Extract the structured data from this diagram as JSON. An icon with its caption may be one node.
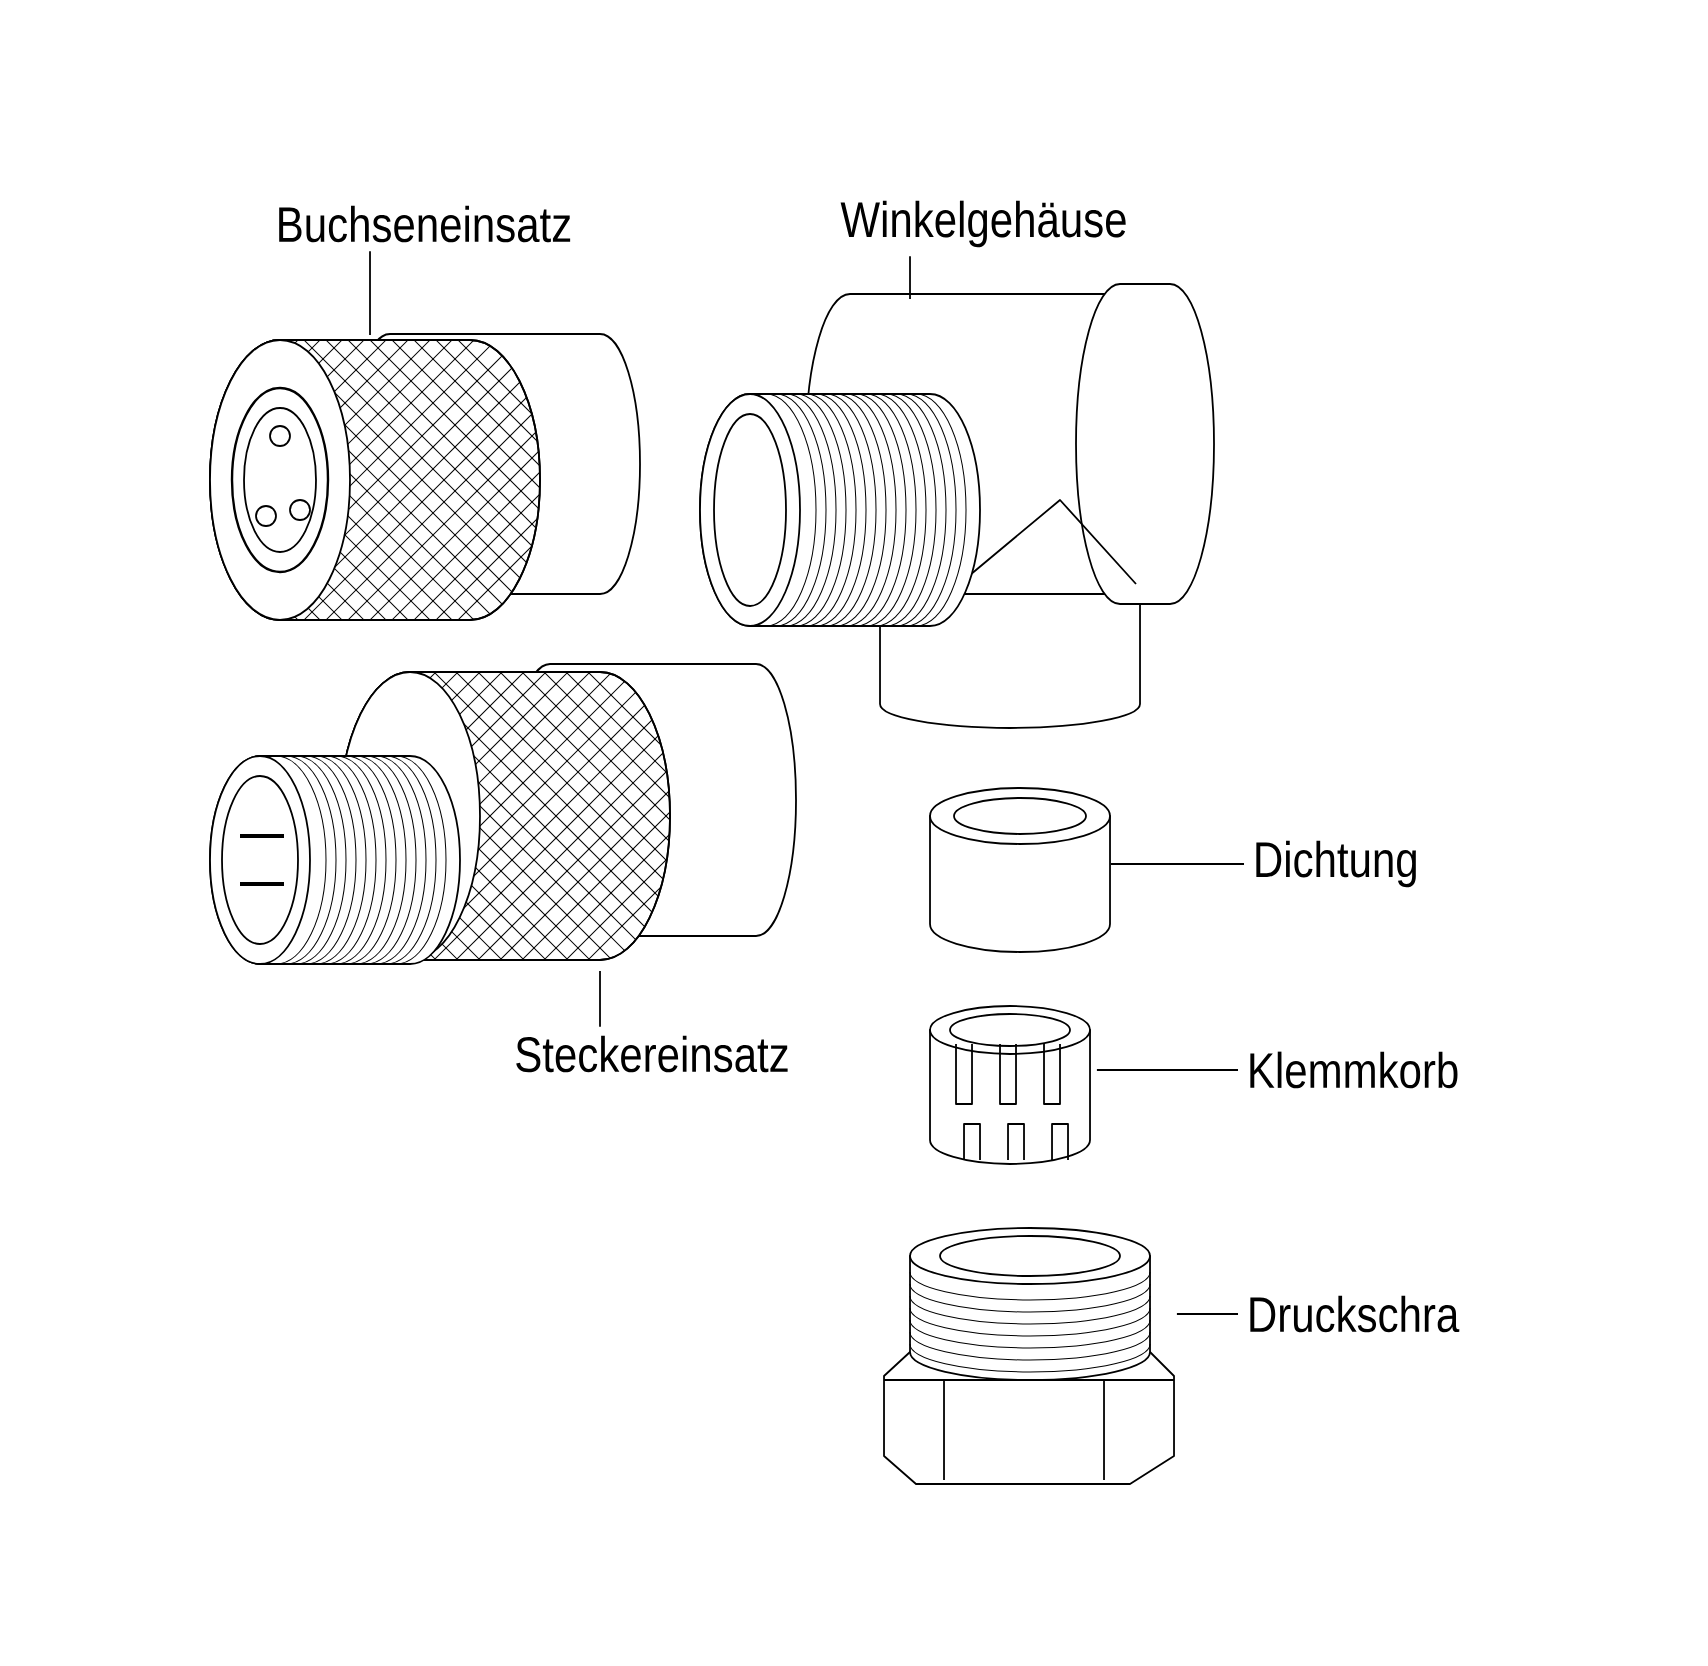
{
  "diagram": {
    "nodes": [
      {
        "text": [
          "Buchseneinsatz"
        ]
      },
      {
        "text": [],
        "shape": "picture"
      },
      {
        "text": [
          "Winkelgehäuse"
        ]
      },
      {
        "text": [],
        "shape": "picture"
      },
      {
        "text": [],
        "shape": "picture"
      },
      {
        "text": [
          "Steckereinsatz"
        ]
      },
      {
        "text": [],
        "shape": "cylinder"
      },
      {
        "text": [
          "Dichtung"
        ]
      },
      {
        "text": [],
        "shape": "picture"
      },
      {
        "text": [
          "Klemmkorb"
        ]
      },
      {
        "text": [],
        "shape": "picture"
      },
      {
        "text": [
          "Druckschra"
        ]
      }
    ],
    "edges": [
      {
        "from": 0,
        "to": 1,
        "arrow": "none"
      },
      {
        "from": 2,
        "to": 3,
        "arrow": "none"
      },
      {
        "from": 5,
        "to": 4,
        "arrow": "none"
      },
      {
        "from": 7,
        "to": 6,
        "arrow": "none"
      },
      {
        "from": 9,
        "to": 8,
        "arrow": "none"
      },
      {
        "from": 11,
        "to": 10,
        "arrow": "none"
      }
    ]
  }
}
